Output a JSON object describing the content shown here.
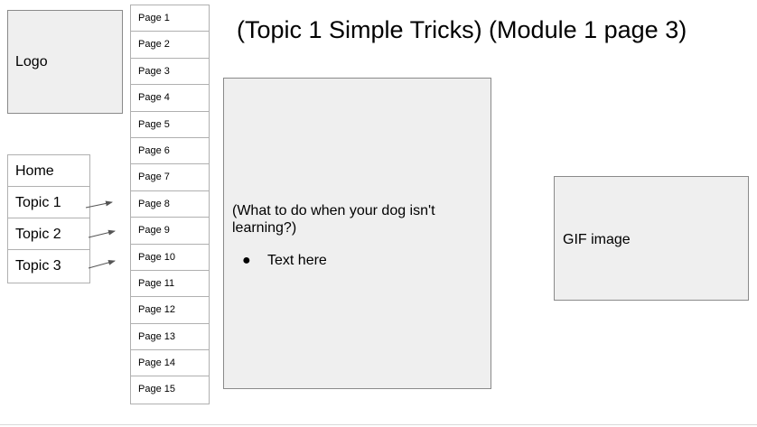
{
  "logo": {
    "label": "Logo"
  },
  "nav": {
    "items": [
      "Home",
      "Topic 1",
      "Topic 2",
      "Topic 3"
    ]
  },
  "pages": {
    "items": [
      "Page 1",
      "Page 2",
      "Page 3",
      "Page 4",
      "Page 5",
      "Page 6",
      "Page 7",
      "Page 8",
      "Page 9",
      "Page 10",
      "Page 11",
      "Page 12",
      "Page 13",
      "Page 14",
      "Page 15"
    ]
  },
  "header": {
    "title": "(Topic 1 Simple Tricks) (Module 1 page 3)"
  },
  "content": {
    "question": "(What to do when your dog isn't learning?)",
    "bullet_symbol": "●",
    "bullet_text": "Text here"
  },
  "media": {
    "label": "GIF image"
  },
  "colors": {
    "placeholder_bg": "#efefef",
    "border": "#8a8a8a"
  }
}
